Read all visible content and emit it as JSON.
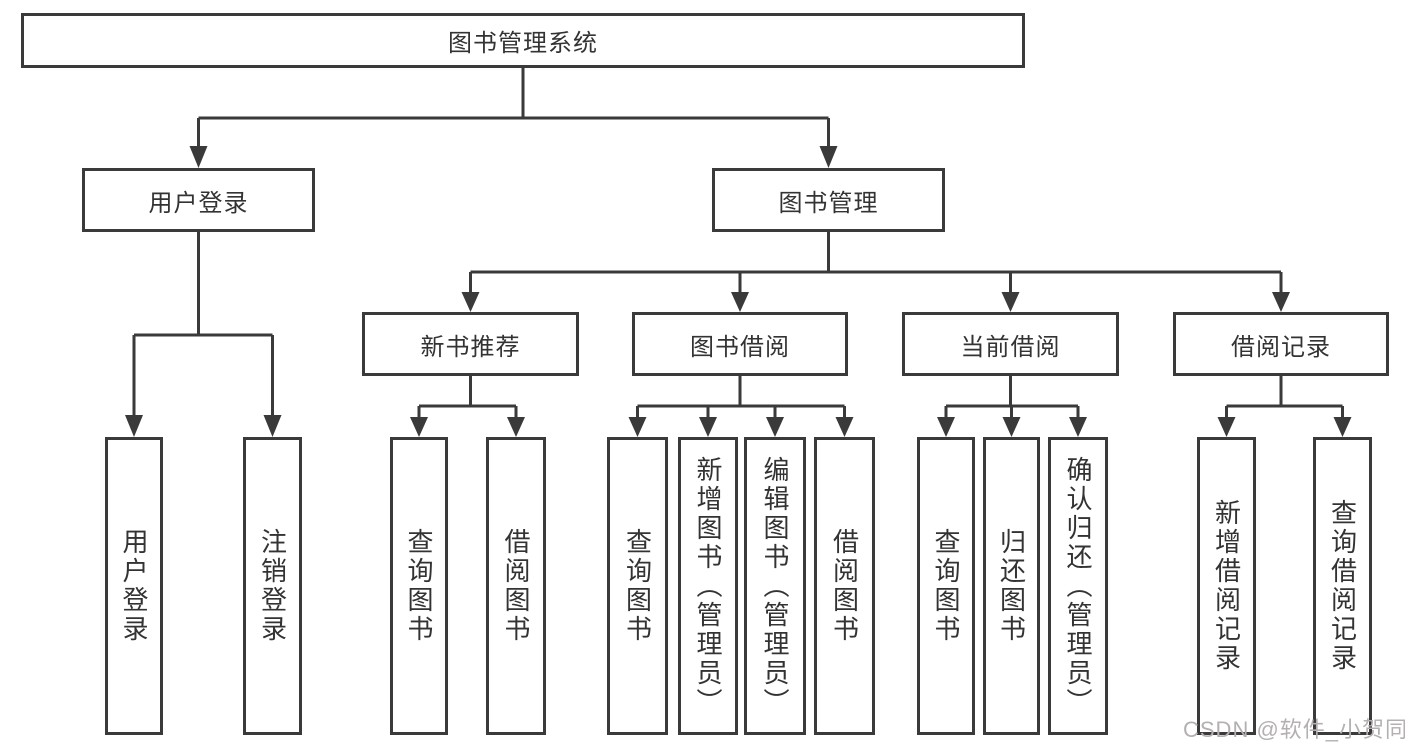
{
  "tree": {
    "root": {
      "label": "图书管理系统",
      "children": [
        {
          "label": "用户登录",
          "children": [
            {
              "label": "用户登录"
            },
            {
              "label": "注销登录"
            }
          ]
        },
        {
          "label": "图书管理",
          "children": [
            {
              "label": "新书推荐",
              "children": [
                {
                  "label": "查询图书"
                },
                {
                  "label": "借阅图书"
                }
              ]
            },
            {
              "label": "图书借阅",
              "children": [
                {
                  "label": "查询图书"
                },
                {
                  "label": "新增图书（管理员）"
                },
                {
                  "label": "编辑图书（管理员）"
                },
                {
                  "label": "借阅图书"
                }
              ]
            },
            {
              "label": "当前借阅",
              "children": [
                {
                  "label": "查询图书"
                },
                {
                  "label": "归还图书"
                },
                {
                  "label": "确认归还（管理员）"
                }
              ]
            },
            {
              "label": "借阅记录",
              "children": [
                {
                  "label": "新增借阅记录"
                },
                {
                  "label": "查询借阅记录"
                }
              ]
            }
          ]
        }
      ]
    }
  },
  "watermark": {
    "text": "CSDN @软件_小贺同学"
  },
  "colors": {
    "line": "#3a3a3a",
    "text": "#333333",
    "background": "#ffffff",
    "watermark": "#b5b0b0"
  }
}
